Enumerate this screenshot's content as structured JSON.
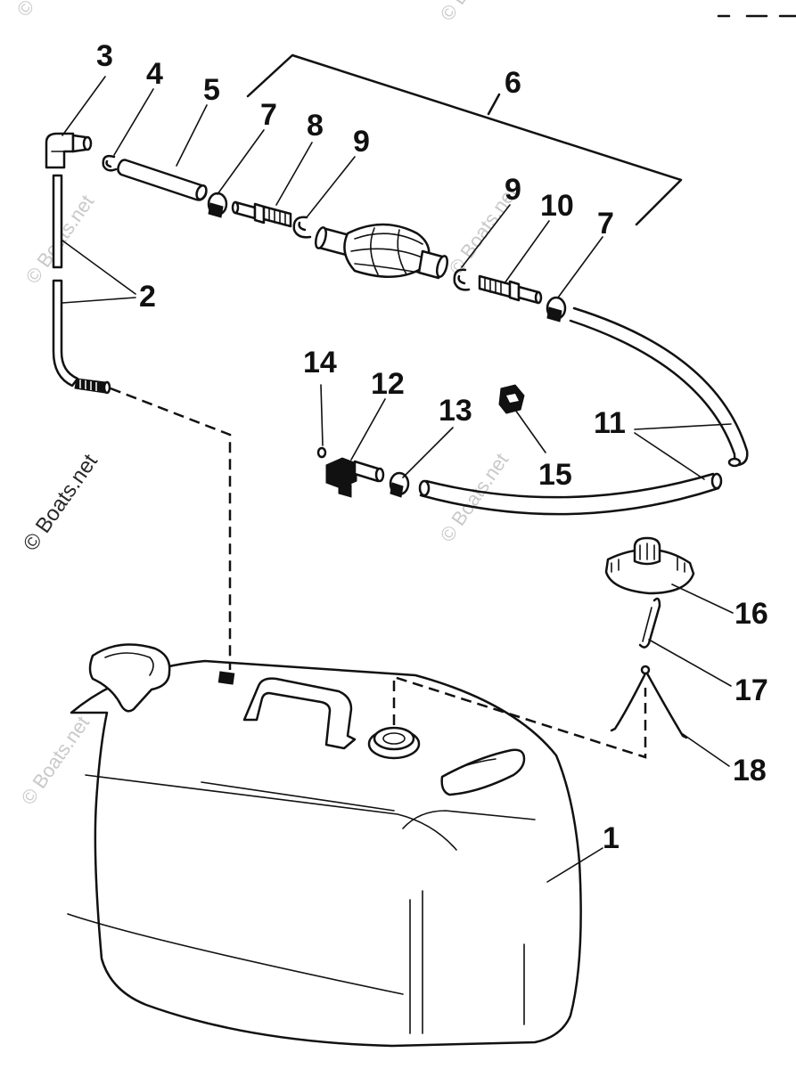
{
  "callouts": {
    "c1": "1",
    "c2": "2",
    "c3": "3",
    "c4": "4",
    "c5": "5",
    "c6": "6",
    "c7a": "7",
    "c7b": "7",
    "c8": "8",
    "c9a": "9",
    "c9b": "9",
    "c10": "10",
    "c11": "11",
    "c12": "12",
    "c13": "13",
    "c14": "14",
    "c15": "15",
    "c16": "16",
    "c17": "17",
    "c18": "18"
  },
  "watermark": {
    "text": "© Boats.net"
  },
  "colors": {
    "ink": "#111111",
    "background": "#ffffff",
    "watermark": "#c9c9c9"
  }
}
